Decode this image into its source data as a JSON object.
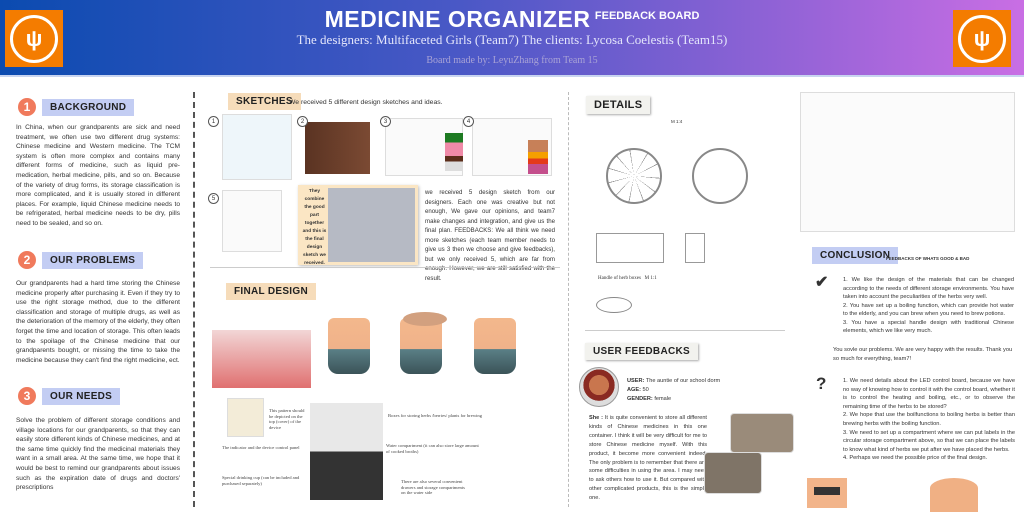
{
  "header": {
    "title": "MEDICINE ORGANIZER",
    "title_suffix": "FEEDBACK BOARD",
    "subtitle": "The designers: Multifaceted Girls (Team7)  The clients: Lycosa Coelestis (Team15)",
    "made_by": "Board made by: LeyuZhang from Team 15"
  },
  "colors": {
    "header_start": "#0b4bb0",
    "header_end": "#c96ee4",
    "logo_bg": "#f47c00",
    "number_badge": "#f07a5c",
    "tag_blue": "#c3cdf3"
  },
  "background": {
    "num": "1",
    "title": "BACKGROUND",
    "text": "In China, when our grandparents are sick and need treatment, we often use two different drug systems: Chinese medicine and Western medicine. The TCM system is often more complex and contains many different forms of medicine, such as liquid pre-medication, herbal medicine, pills, and so on. Because of the variety of drug forms, its storage classification is more complicated, and it is usually stored in different places. For example, liquid Chinese medicine needs to be refrigerated, herbal medicine needs to be dry, pills need to be sealed, and so on."
  },
  "problems": {
    "num": "2",
    "title": "OUR PROBLEMS",
    "text": "Our grandparents had a hard time storing the Chinese medicine properly after purchasing it. Even if they try to use the right storage method, due to the different classification and storage of multiple drugs, as well as the deterioration of the memory of the elderly, they often forget the time and location of storage. This often leads to the spoilage of the Chinese medicine that our grandparents bought, or missing the time to take the medicine because they can't find the right medicine, ect."
  },
  "needs": {
    "num": "3",
    "title": "OUR NEEDS",
    "text": "Solve the problem of different storage conditions and village locations for our grandparents, so that they can easily store different kinds of Chinese medicines, and at the same time quickly find the medicinal materials they want in a small area. At the same time, we hope that it would be best to remind our grandparents about issues such as the expiration date of drugs and doctors' prescriptions"
  },
  "sketches": {
    "title": "SKETCHES",
    "intro": "We received 5 different design sketches and ideas.",
    "numbers": [
      "1",
      "2",
      "3",
      "4",
      "5"
    ],
    "final_note": "They combine the good part together and this is the final design sketch we received.",
    "text": "we received 5 design sketch from our designers. Each one was creative but not enough, We gave our opinions, and team7 make changes and integration, and give us the final plan. FEEDBACKS: We all think we need more sketches (each team member needs to give us 3 then we choose and give feedbacks), but we only received 5, which are far from enough. However, we are still satisfied with the result."
  },
  "final_design": {
    "title": "FINAL DESIGN",
    "captions": {
      "pattern": "This pattern should be depicted on the top (cover) of the device",
      "boxes": "Boxes for storing herbs /berries/ plants for brewing",
      "indicator": "The indicator and the device control panel",
      "water": "Water compartment (it can also store large amount of cooked broths)",
      "cup": "Special drinking cup (can be included and purchased separately)",
      "drawers": "There are also several convenient drawers and storage compartments on the water side"
    }
  },
  "details": {
    "title": "DETAILS",
    "scale1": "M 1:4",
    "handle_label": "Handle of herb boxes",
    "scale2": "M 1:1"
  },
  "user_feedbacks": {
    "title": "USER FEEDBACKS",
    "user_label": "USER:",
    "user": "The auntie of our school dorm",
    "age_label": "AGE:",
    "age": "50",
    "gender_label": "GENDER:",
    "gender": "female",
    "quote_label": "She :",
    "quote": "It is quite convenient to store all different kinds of Chinese medicines in this one container. I think it will be very difficult for me to store Chinese medicine myself. With this product, it become more convenient indeed. The only problem is to remember that there are some difficulties in using the area. I may need to ask others how to use it. But compared with other complicated products, this is the simple one."
  },
  "conclusion": {
    "title": "CONCLUSION",
    "subtitle": "FEEDBACKS OF WHATS GOOD & BAD",
    "good": [
      "1. We like the design of the materials that can be changed according to the needs of different storage environments. You have taken into account the peculiarities of the herbs very well.",
      "2. You have set up a boiling function, which can provide hot water to the elderly, and you can brew when you need to brew potions.",
      "3. You have a special handle design with traditional Chinese elements, which we like very much."
    ],
    "thanks": "You sovle our problems. We are very happy with the results. Thank you so much for everything, team7!",
    "bad": [
      "1. We need details about the LED control board, because we have no way of knowing how to control it with the control board, whether it is to control the heating and boiling, etc., or to observe the remaining time of the herbs to be stored?",
      "2. We hope that use the boilfunctions to boiling herbs is better than brewing herbs with the boiling function.",
      "3. We need to set up a compartment where we can put labels in the circular storage compartment above, so that we can place the labels to know what kind of herbs we put after we have placed the herbs.",
      "4. Perhaps we need the possible price of the final design."
    ],
    "check_icon": "check-circle-icon",
    "question_icon": "question-mark-icon"
  }
}
